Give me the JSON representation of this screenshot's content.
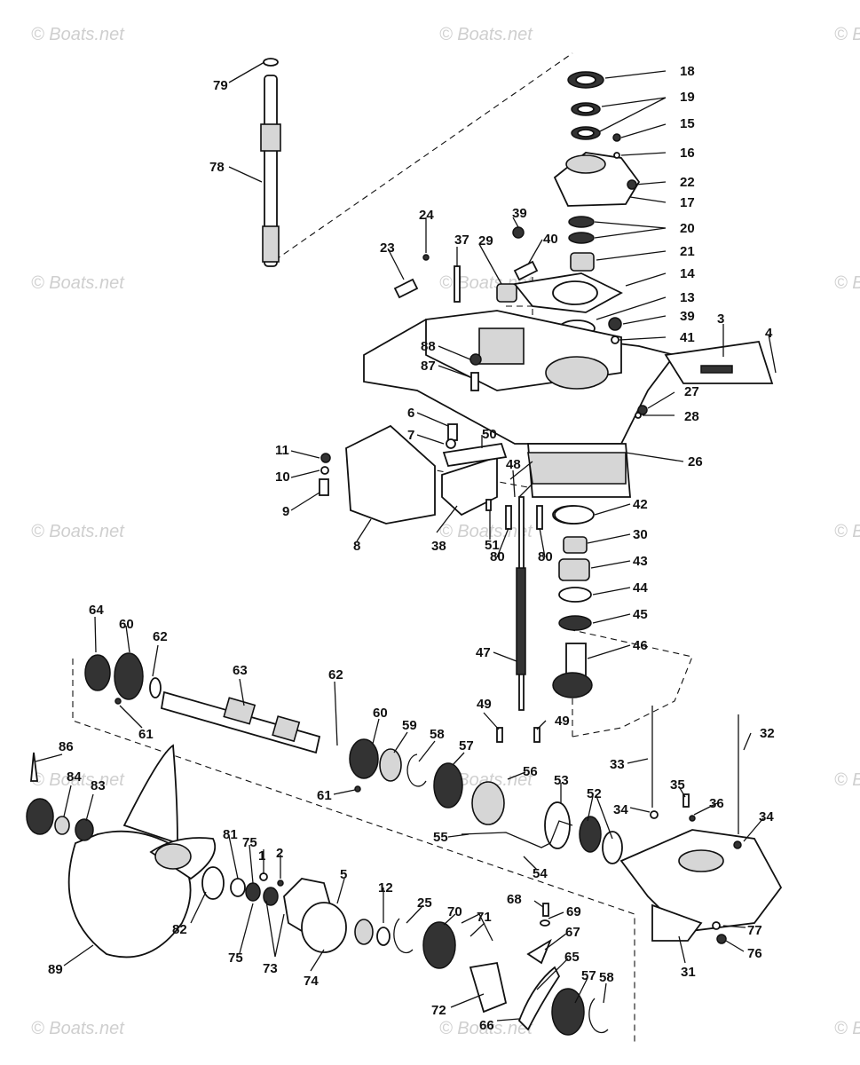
{
  "watermark": "© Boats.net",
  "labels": [
    "79",
    "78",
    "18",
    "19",
    "15",
    "16",
    "22",
    "17",
    "20",
    "21",
    "14",
    "13",
    "39",
    "41",
    "24",
    "23",
    "37",
    "29",
    "39",
    "40",
    "3",
    "4",
    "88",
    "87",
    "27",
    "28",
    "6",
    "7",
    "50",
    "26",
    "11",
    "10",
    "9",
    "8",
    "38",
    "48",
    "51",
    "80",
    "80",
    "42",
    "30",
    "43",
    "44",
    "45",
    "46",
    "47",
    "64",
    "60",
    "62",
    "63",
    "62",
    "60",
    "59",
    "58",
    "57",
    "61",
    "61",
    "49",
    "49",
    "86",
    "84",
    "83",
    "33",
    "35",
    "32",
    "36",
    "34",
    "34",
    "56",
    "53",
    "52",
    "55",
    "54",
    "81",
    "75",
    "1",
    "2",
    "5",
    "12",
    "25",
    "70",
    "71",
    "68",
    "69",
    "67",
    "82",
    "75",
    "73",
    "74",
    "89",
    "31",
    "77",
    "76",
    "72",
    "65",
    "57",
    "58",
    "66"
  ]
}
